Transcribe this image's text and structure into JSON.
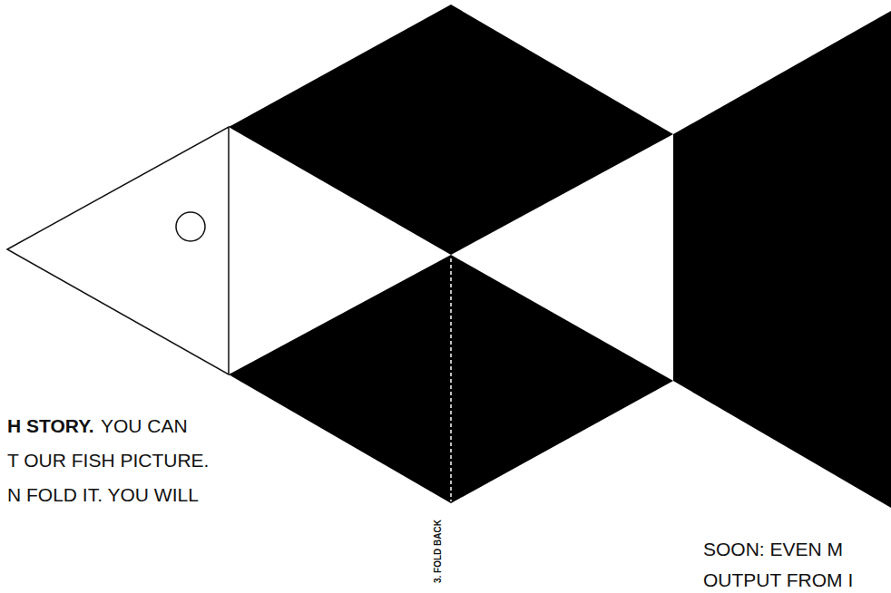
{
  "diagram": {
    "labels": [
      "H STORY.",
      "YOU CAN",
      "T OUR FISH PICTURE.",
      "N FOLD IT. YOU WILL",
      "3. FOLD BACK",
      "SOON: EVEN M",
      "OUTPUT FROM I"
    ]
  }
}
